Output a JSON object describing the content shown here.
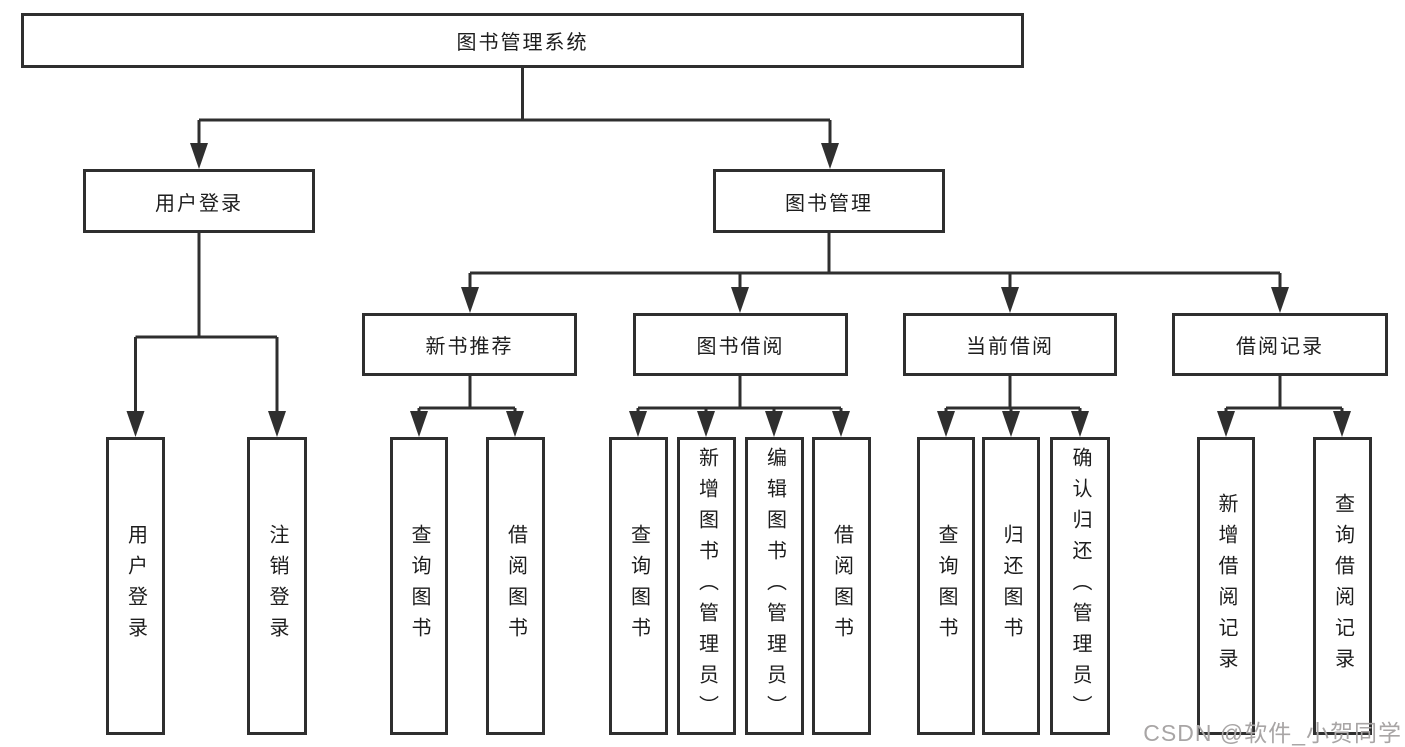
{
  "diagram_title": "图书管理系统",
  "tree": {
    "root": {
      "label": "图书管理系统"
    },
    "branches": [
      {
        "label": "用户登录",
        "children": [
          {
            "label": "用户登录"
          },
          {
            "label": "注销登录"
          }
        ]
      },
      {
        "label": "图书管理",
        "children": [
          {
            "label": "新书推荐",
            "children": [
              {
                "label": "查询图书"
              },
              {
                "label": "借阅图书"
              }
            ]
          },
          {
            "label": "图书借阅",
            "children": [
              {
                "label": "查询图书"
              },
              {
                "label": "新增图书（管理员）"
              },
              {
                "label": "编辑图书（管理员）"
              },
              {
                "label": "借阅图书"
              }
            ]
          },
          {
            "label": "当前借阅",
            "children": [
              {
                "label": "查询图书"
              },
              {
                "label": "归还图书"
              },
              {
                "label": "确认归还（管理员）"
              }
            ]
          },
          {
            "label": "借阅记录",
            "children": [
              {
                "label": "新增借阅记录"
              },
              {
                "label": "查询借阅记录"
              }
            ]
          }
        ]
      }
    ]
  },
  "watermark": {
    "text": "CSDN @软件_小贺同学",
    "color": "#a8a5a5"
  },
  "colors": {
    "line": "#2f2f2f",
    "box_border": "#2f2f2f",
    "text": "#1d1d1d",
    "background": "#ffffff"
  }
}
